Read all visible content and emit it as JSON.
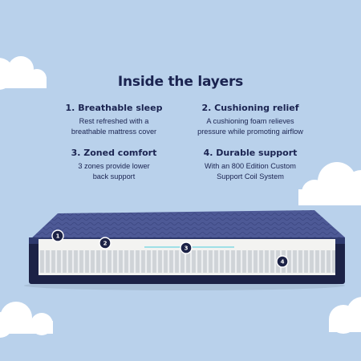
{
  "colors": {
    "sky": "#b9d1eb",
    "cloud": "#ffffff",
    "text": "#1a2350",
    "cover": "#4d5996",
    "cover_dark": "#2f3a6e",
    "border_band": "#1c2246",
    "foam": "#f3f3f1",
    "coil": "#d2d5d8",
    "accent_cyan": "#9fe0e6"
  },
  "heading": "Inside the layers",
  "features": [
    {
      "title": "1. Breathable sleep",
      "desc1": "Rest refreshed with a",
      "desc2": "breathable mattress cover"
    },
    {
      "title": "2. Cushioning relief",
      "desc1": "A cushioning foam relieves",
      "desc2": "pressure while promoting airflow"
    },
    {
      "title": "3. Zoned comfort",
      "desc1": "3 zones provide lower",
      "desc2": "back support"
    },
    {
      "title": "4. Durable support",
      "desc1": "With an 800 Edition Custom",
      "desc2": "Support Coil System"
    }
  ],
  "badges": [
    "1",
    "2",
    "3",
    "4"
  ]
}
